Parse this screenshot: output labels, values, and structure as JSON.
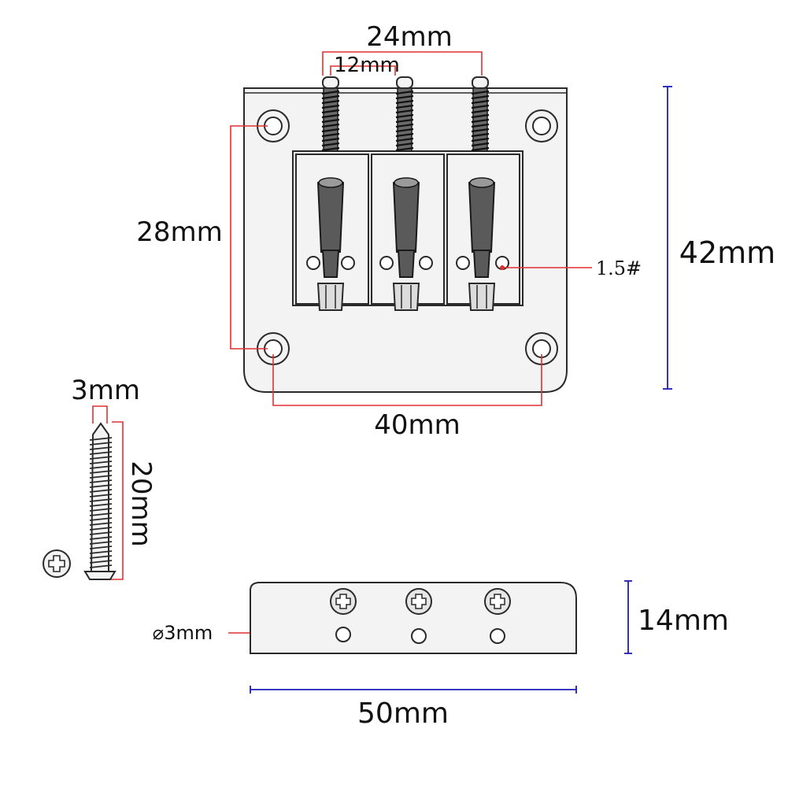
{
  "diagram": {
    "dimensions": {
      "screw_spacing_outer": "24mm",
      "screw_spacing_inner": "12mm",
      "hole_spacing_vertical": "28mm",
      "plate_height": "42mm",
      "hole_spacing_horizontal": "40mm",
      "saddle_label": "1.5#",
      "screw_head": "3mm",
      "screw_length": "20mm",
      "side_height": "14mm",
      "side_hole": "⌀3mm",
      "side_width": "50mm"
    },
    "colors": {
      "red_dimension": "#e03131",
      "blue_dimension": "#1d1db8",
      "outline": "#2a2a2a"
    }
  }
}
